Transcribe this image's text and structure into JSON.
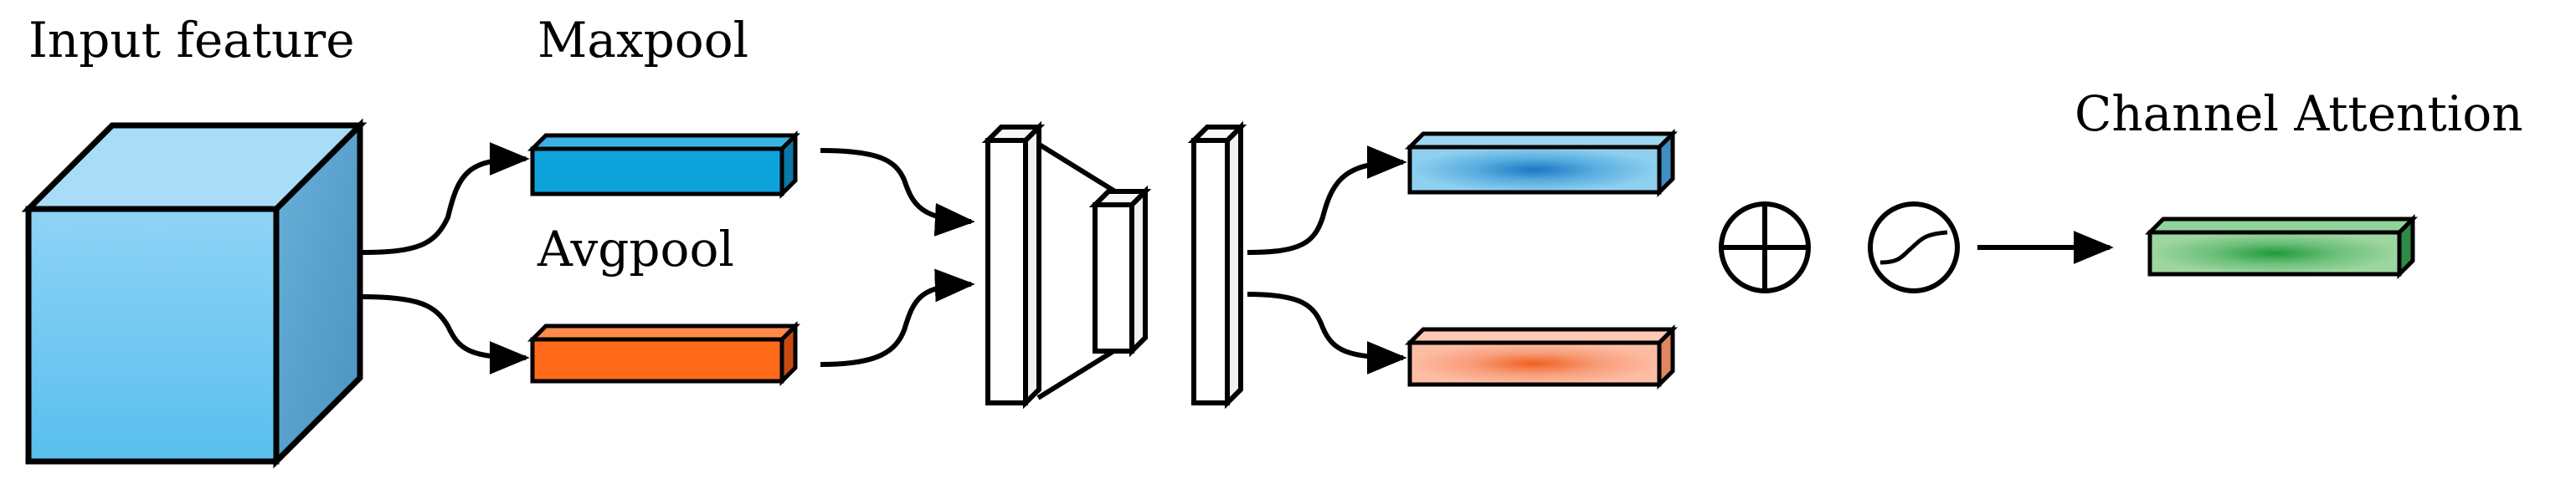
{
  "labels": {
    "input_feature": "Input feature",
    "maxpool": "Maxpool",
    "avgpool": "Avgpool",
    "channel_attention": "Channel Attention"
  },
  "colors": {
    "cube_top": "#a9dcf6",
    "cube_front_light": "#8fd3f6",
    "cube_front_dark": "#58bfee",
    "cube_side": "#5da2cc",
    "maxpool_bar": "#0ea3db",
    "avgpool_bar": "#ff6a1a",
    "mlp_out_blue": "#1f7fc8",
    "mlp_out_orange": "#f46a28",
    "attention_bar": "#3aaa5a",
    "stroke": "#000000"
  },
  "icons": {
    "sum": "circled-plus-icon",
    "activation": "sigmoid-icon"
  }
}
